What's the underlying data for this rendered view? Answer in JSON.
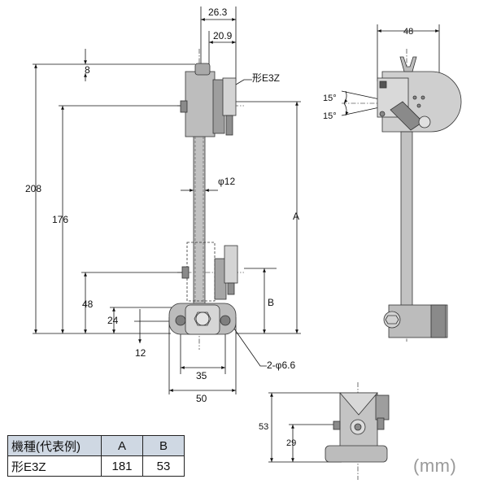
{
  "front_view": {
    "dim_top_width": "26.3",
    "dim_inner_width": "20.9",
    "dim_top_offset": "8",
    "model_callout": "形E3Z",
    "dim_rod_diameter": "φ12",
    "dim_total_height": "208",
    "dim_pivot_height": "176",
    "dim_lower_pivot": "48",
    "dim_base_24": "24",
    "dim_base_12": "12",
    "dim_A": "A",
    "dim_B": "B",
    "dim_hole_pitch": "35",
    "dim_base_width": "50",
    "dim_holes": "2-φ6.6"
  },
  "side_view": {
    "dim_width": "48",
    "angle_upper": "15°",
    "angle_lower": "15°"
  },
  "bottom_view": {
    "dim_height": "53",
    "dim_center": "29"
  },
  "spec_table": {
    "headers": [
      "機種(代表例)",
      "A",
      "B"
    ],
    "rows": [
      [
        "形E3Z",
        "181",
        "53"
      ]
    ]
  },
  "unit_label": "(mm)",
  "colors": {
    "part_gray": "#b7b7b7",
    "part_dark": "#7e7e7e",
    "table_header": "#cfd8e3",
    "unit_gray": "#9a9a9a"
  }
}
